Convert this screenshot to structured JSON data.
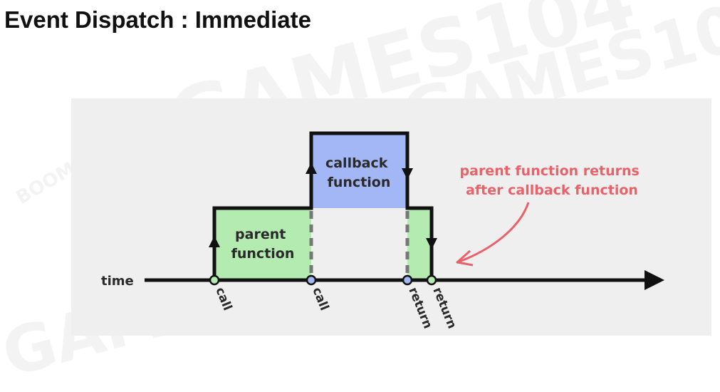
{
  "title": "Event Dispatch : Immediate",
  "watermark": {
    "text_a": "GAMES104",
    "text_b": "GAMES104",
    "text_c": "BOOMING TECH",
    "text_d": "GAMES"
  },
  "diagram": {
    "time_label": "time",
    "parent_line1": "parent",
    "parent_line2": "function",
    "callback_line1": "callback",
    "callback_line2": "function",
    "event_1": "call",
    "event_2": "call",
    "event_3": "return",
    "event_4": "return",
    "note_line1": "parent function returns",
    "note_line2": "after callback function",
    "colors": {
      "parent_fill": "#b3ebb0",
      "callback_fill": "#a3b6f5",
      "parent_marker": "#b3ebb0",
      "callback_marker": "#a3b6f5",
      "note": "#e8626a",
      "panel": "#efeff0"
    }
  }
}
